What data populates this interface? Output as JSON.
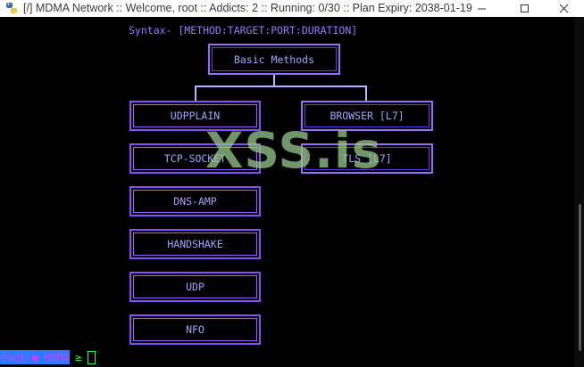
{
  "window": {
    "title": "[/] MDMA Network :: Welcome, root :: Addicts: 2 :: Running: 0/30 :: Plan Expiry: 2038-01-19"
  },
  "terminal": {
    "syntax": "Syntax- [METHOD:TARGET:PORT:DURATION]",
    "root_box": "Basic Methods",
    "left_methods": [
      "UDPPLAIN",
      "TCP-SOCKET",
      "DNS-AMP",
      "HANDSHAKE",
      "UDP",
      "NFO"
    ],
    "right_methods": [
      "BROWSER [L7]",
      "TLS [L7]"
    ],
    "prompt": {
      "user": "root",
      "separator": "●",
      "host": "MDMA",
      "symbol": "≥"
    }
  },
  "watermark": "XSS.is",
  "colors": {
    "border": "#9b6bff",
    "text": "#a7a2ff",
    "prompt_bg": "#2f7bff",
    "prompt_symbol": "#39ff39"
  }
}
